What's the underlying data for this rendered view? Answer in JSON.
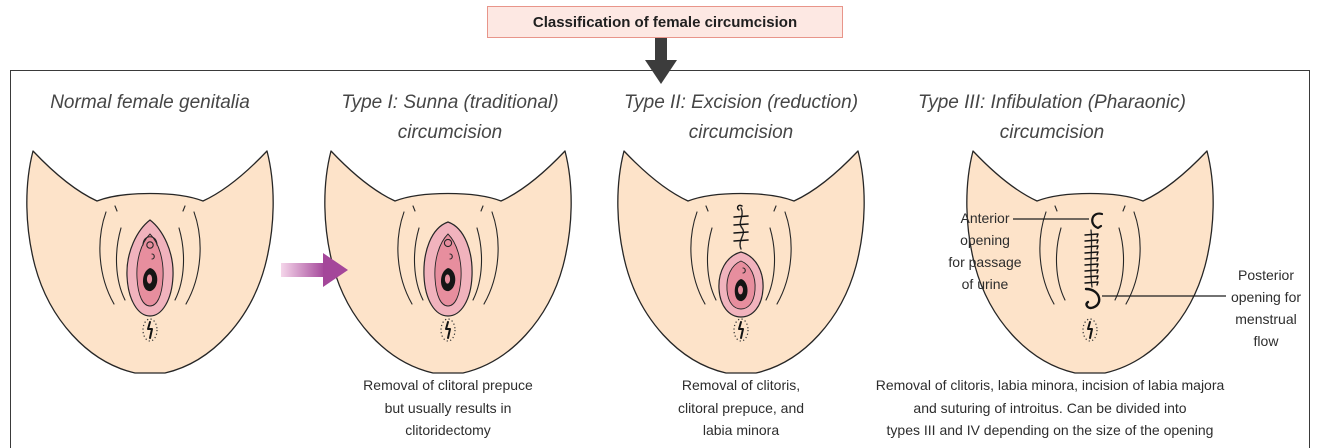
{
  "title": "Classification of female circumcision",
  "panels": [
    {
      "heading": [
        "Normal female genitalia"
      ]
    },
    {
      "heading": [
        "Type I: Sunna (traditional)",
        "circumcision"
      ],
      "description": [
        "Removal of clitoral prepuce",
        "but usually results in",
        "clitoridectomy"
      ]
    },
    {
      "heading": [
        "Type II: Excision (reduction)",
        "circumcision"
      ],
      "description": [
        "Removal of clitoris,",
        "clitoral prepuce, and",
        "labia minora"
      ]
    },
    {
      "heading": [
        "Type III: Infibulation (Pharaonic)",
        "circumcision"
      ],
      "description": [
        "Removal of clitoris, labia minora, incision of labia majora",
        "and suturing of introitus. Can be divided into",
        "types III and IV depending on the size of the opening"
      ]
    }
  ],
  "callouts": {
    "anterior": [
      "Anterior",
      "opening",
      "for passage",
      "of urine"
    ],
    "posterior": [
      "Posterior",
      "opening for",
      "menstrual",
      "flow"
    ]
  },
  "colors": {
    "skin": "#fde3c9",
    "labia": "#f1b3bd",
    "labia_inner": "#e78e9e",
    "outline": "#262626",
    "title_fill": "#fde8e3",
    "title_border": "#e8958a",
    "arrow_light": "#f5d6ea",
    "arrow_dark": "#a4479a",
    "down_arrow": "#3c3c3c",
    "frame": "#3a3a3a"
  }
}
